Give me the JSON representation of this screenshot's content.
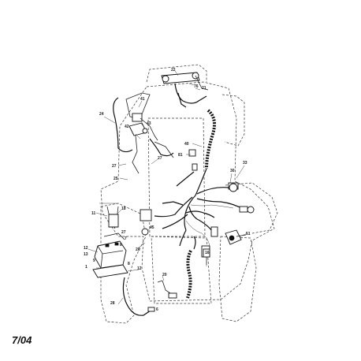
{
  "date_code": "7/04",
  "callouts": [
    {
      "id": "c22",
      "text": "22"
    },
    {
      "id": "c76",
      "text": "76"
    },
    {
      "id": "c21",
      "text": "21"
    },
    {
      "id": "c41",
      "text": "41"
    },
    {
      "id": "c24",
      "text": "24"
    },
    {
      "id": "c43",
      "text": "43"
    },
    {
      "id": "c42",
      "text": "42"
    },
    {
      "id": "c40",
      "text": "40"
    },
    {
      "id": "c81",
      "text": "81"
    },
    {
      "id": "c27a",
      "text": "27"
    },
    {
      "id": "c27b",
      "text": "27"
    },
    {
      "id": "c33",
      "text": "33"
    },
    {
      "id": "c30",
      "text": "30"
    },
    {
      "id": "c25",
      "text": "25"
    },
    {
      "id": "c11",
      "text": "11"
    },
    {
      "id": "c18",
      "text": "18"
    },
    {
      "id": "c45",
      "text": "45"
    },
    {
      "id": "c27c",
      "text": "27"
    },
    {
      "id": "c7",
      "text": "7"
    },
    {
      "id": "c8",
      "text": "8"
    },
    {
      "id": "c12a",
      "text": "12"
    },
    {
      "id": "c13",
      "text": "13"
    },
    {
      "id": "c9",
      "text": "9"
    },
    {
      "id": "c26",
      "text": "26"
    },
    {
      "id": "c16",
      "text": "16"
    },
    {
      "id": "c51",
      "text": "51"
    },
    {
      "id": "c1",
      "text": "1"
    },
    {
      "id": "c8b",
      "text": "8"
    },
    {
      "id": "c12b",
      "text": "12"
    },
    {
      "id": "c20",
      "text": "20"
    },
    {
      "id": "c28",
      "text": "28"
    },
    {
      "id": "c6",
      "text": "6"
    }
  ]
}
